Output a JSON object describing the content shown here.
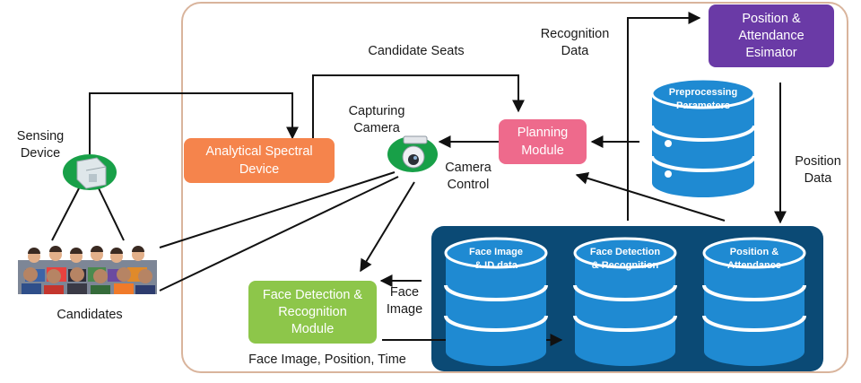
{
  "labels": {
    "sensing_device": "Sensing\nDevice",
    "candidates": "Candidates",
    "candidate_seats": "Candidate Seats",
    "capturing_camera": "Capturing\nCamera",
    "recognition_data": "Recognition\nData",
    "camera_control": "Camera\nControl",
    "position_data": "Position\nData",
    "face_image": "Face\nImage",
    "face_image_position_time": "Face Image, Position, Time"
  },
  "boxes": {
    "analytical_spectral_device": "Analytical Spectral\nDevice",
    "planning_module": "Planning\nModule",
    "position_attendance_estimator": "Position &\nAttendance\nEsimator",
    "face_detection_module": "Face Detection &\nRecognition\nModule"
  },
  "databases": {
    "preprocessing": "Preprocessing\nParameters",
    "face_image_id": "Face Image\n& ID data",
    "face_detection_recognition": "Face Detection\n& Recognition",
    "position_attendance": "Position &\nAttendance"
  },
  "colors": {
    "frame": "#d9b49c",
    "analytical": "#f5844c",
    "planning": "#ee6a8c",
    "estimator": "#6a3aa6",
    "face_module": "#8dc64a",
    "db_panel": "#0b4a75",
    "db_fill": "#1f8ad2"
  }
}
